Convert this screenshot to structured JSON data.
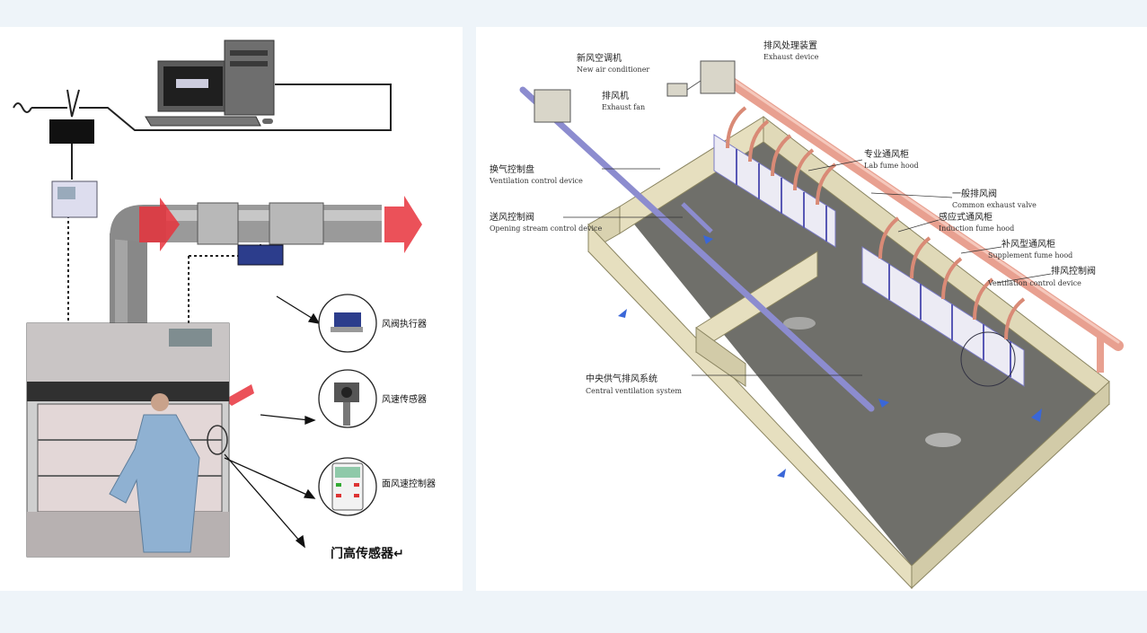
{
  "left": {
    "components": [
      {
        "id": "damper",
        "label": "风阀执行器"
      },
      {
        "id": "speed",
        "label": "风速传感器"
      },
      {
        "id": "face",
        "label": "面风速控制器"
      }
    ],
    "door_sensor": "门高传感器↵"
  },
  "right": {
    "labels": [
      {
        "cn": "新风空调机",
        "en": "New air conditioner"
      },
      {
        "cn": "排风处理装置",
        "en": "Exhaust device"
      },
      {
        "cn": "排风机",
        "en": "Exhaust fan"
      },
      {
        "cn": "专业通风柜",
        "en": "Lab fume hood"
      },
      {
        "cn": "换气控制盘",
        "en": "Ventilation control device"
      },
      {
        "cn": "一般排风阀",
        "en": "Common exhaust valve"
      },
      {
        "cn": "送风控制阀",
        "en": "Opening stream control device"
      },
      {
        "cn": "感应式通风柜",
        "en": "Induction fume hood"
      },
      {
        "cn": "补风型通风柜",
        "en": "Supplement fume hood"
      },
      {
        "cn": "排风控制阀",
        "en": "Ventilation control device"
      },
      {
        "cn": "中央供气排风系统",
        "en": "Central ventilation system"
      }
    ]
  },
  "colors": {
    "duct_pink": "#e8a090",
    "duct_blue": "#8c8ccf",
    "wall": "#e6dfbf",
    "floor": "#6f6f6a",
    "arrow_red": "#e8323c"
  }
}
